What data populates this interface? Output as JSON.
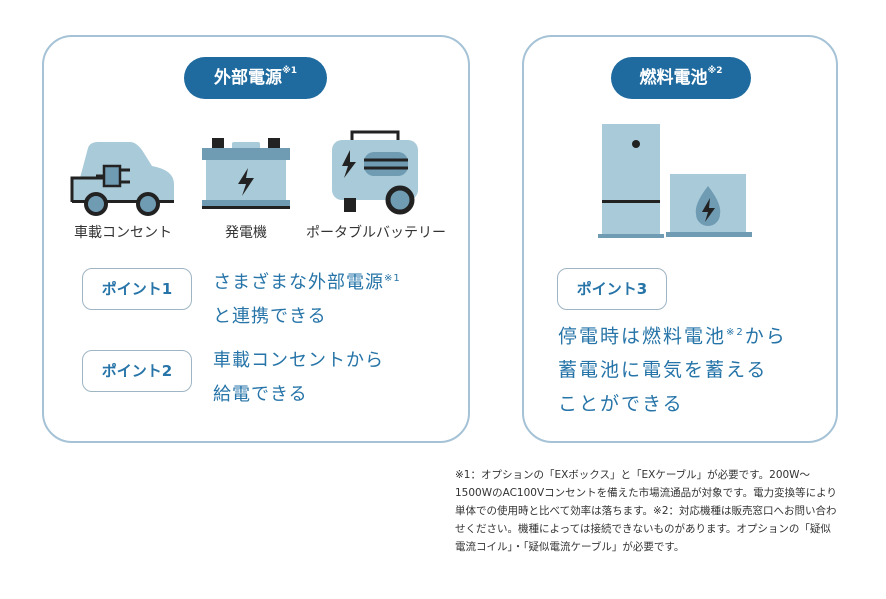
{
  "left": {
    "title": "外部電源",
    "title_note": "※1",
    "sources": [
      {
        "label": "車載コンセント",
        "icon": "car-plug-icon"
      },
      {
        "label": "発電機",
        "icon": "battery-icon"
      },
      {
        "label": "ポータブルバッテリー",
        "icon": "portable-battery-icon"
      }
    ],
    "points": [
      {
        "label": "ポイント1",
        "line1": "さまざまな外部電源",
        "line1_note": "※1",
        "line2": "と連携できる"
      },
      {
        "label": "ポイント2",
        "line1": "車載コンセントから",
        "line2": "給電できる"
      }
    ]
  },
  "right": {
    "title": "燃料電池",
    "title_note": "※2",
    "icon": "fuel-cell-icon",
    "point": {
      "label": "ポイント3",
      "line1": "停電時は燃料電池",
      "line1_note": "※2",
      "line1_end": "から",
      "line2": "蓄電池に電気を蓄える",
      "line3": "ことができる"
    }
  },
  "footnote": "※1：オプションの「EXボックス」と「EXケーブル」が必要です。200W～1500WのAC100Vコンセントを備えた市場流通品が対象です。電力変換等により単体での使用時と比べて効率は落ちます。※2：対応機種は販売窓口へお問い合わせください。機種によっては接続できないものがあります。オプションの「疑似電流コイル」・「疑似電流ケーブル」が必要です。",
  "colors": {
    "accent": "#1f6b9f",
    "icon_fill": "#a9cad8",
    "text_blue": "#2674a8",
    "border": "#a5c2d6"
  }
}
